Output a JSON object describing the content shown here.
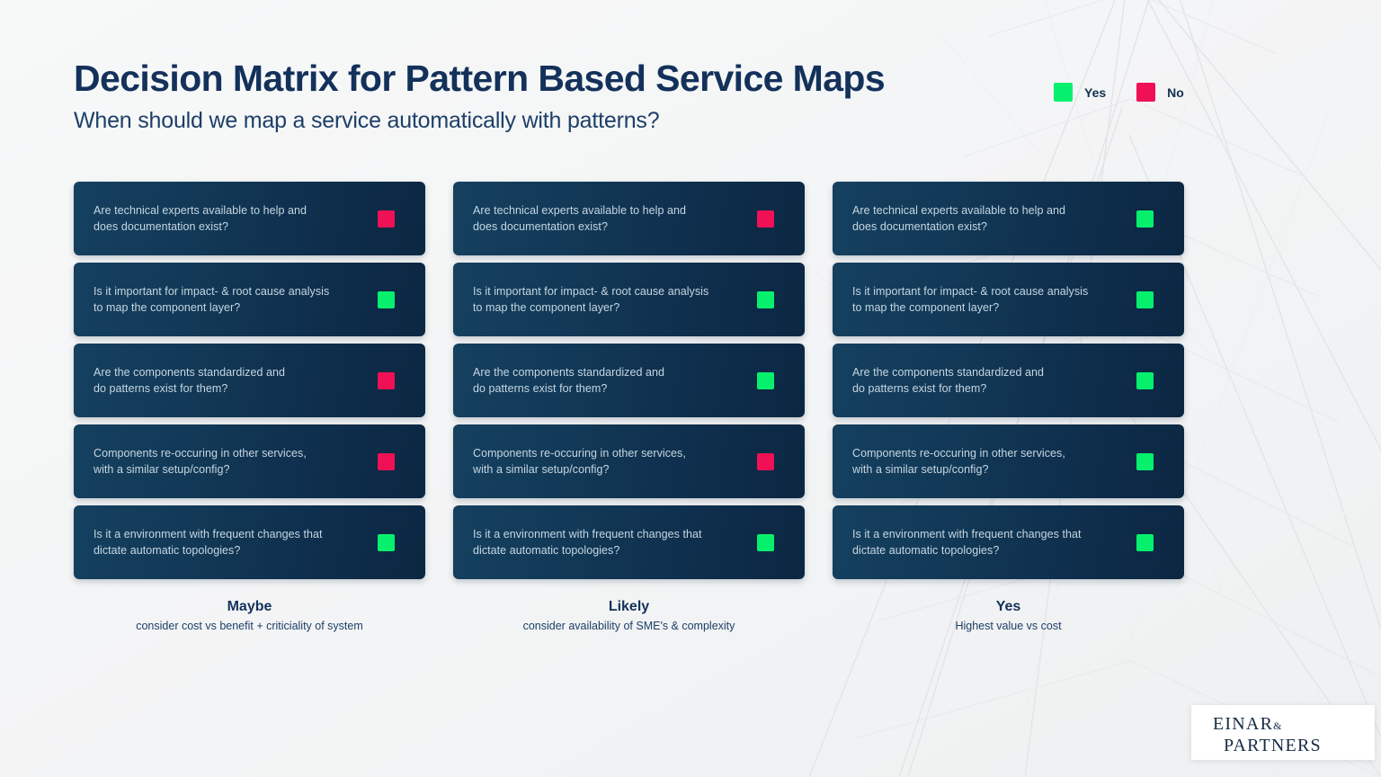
{
  "header": {
    "title": "Decision Matrix for Pattern Based Service Maps",
    "subtitle": "When should we map a service automatically with patterns?"
  },
  "legend": {
    "yes_label": "Yes",
    "no_label": "No",
    "yes_color": "#06f06d",
    "no_color": "#ef1055"
  },
  "questions": [
    "Are technical experts available to help and\ndoes documentation exist?",
    "Is it important for impact- & root cause analysis\nto map the component layer?",
    "Are the components standardized and\ndo patterns exist for them?",
    "Components re-occuring in other services,\nwith a similar setup/config?",
    "Is it a environment with frequent changes that\ndictate automatic topologies?"
  ],
  "columns": [
    {
      "verdict": "Maybe",
      "note": "consider cost vs benefit + criticiality of  system",
      "answers": [
        "no",
        "yes",
        "no",
        "no",
        "yes"
      ],
      "rows": [
        {
          "text": "Are technical experts available to help and\ndoes documentation exist?",
          "answer": "no"
        },
        {
          "text": "Is it important for impact- & root cause analysis\nto map the component layer?",
          "answer": "yes"
        },
        {
          "text": "Are the components standardized and\ndo patterns exist for them?",
          "answer": "no"
        },
        {
          "text": "Components re-occuring in other services,\nwith a similar setup/config?",
          "answer": "no"
        },
        {
          "text": "Is it a environment with frequent changes that\ndictate automatic topologies?",
          "answer": "yes"
        }
      ]
    },
    {
      "verdict": "Likely",
      "note": "consider availability of SME's & complexity",
      "answers": [
        "no",
        "yes",
        "yes",
        "no",
        "yes"
      ],
      "rows": [
        {
          "text": "Are technical experts available to help and\ndoes documentation exist?",
          "answer": "no"
        },
        {
          "text": "Is it important for impact- & root cause analysis\nto map the component layer?",
          "answer": "yes"
        },
        {
          "text": "Are the components standardized and\ndo patterns exist for them?",
          "answer": "yes"
        },
        {
          "text": "Components re-occuring in other services,\nwith a similar setup/config?",
          "answer": "no"
        },
        {
          "text": "Is it a environment with frequent changes that\ndictate automatic topologies?",
          "answer": "yes"
        }
      ]
    },
    {
      "verdict": "Yes",
      "note": "Highest value vs cost",
      "answers": [
        "yes",
        "yes",
        "yes",
        "yes",
        "yes"
      ],
      "rows": [
        {
          "text": "Are technical experts available to help and\ndoes documentation exist?",
          "answer": "yes"
        },
        {
          "text": "Is it important for impact- & root cause analysis\nto map the component layer?",
          "answer": "yes"
        },
        {
          "text": "Are the components standardized and\ndo patterns exist for them?",
          "answer": "yes"
        },
        {
          "text": "Components re-occuring in other services,\nwith a similar setup/config?",
          "answer": "yes"
        },
        {
          "text": "Is it a environment with frequent changes that\ndictate automatic topologies?",
          "answer": "yes"
        }
      ]
    }
  ],
  "logo": {
    "line1": "EINAR",
    "ampersand": "&",
    "line2": "PARTNERS"
  },
  "theme": {
    "background": "#f4f5f6",
    "card_dark": "#123a58",
    "navy_text": "#13315a",
    "card_text": "#c6d6e2"
  }
}
